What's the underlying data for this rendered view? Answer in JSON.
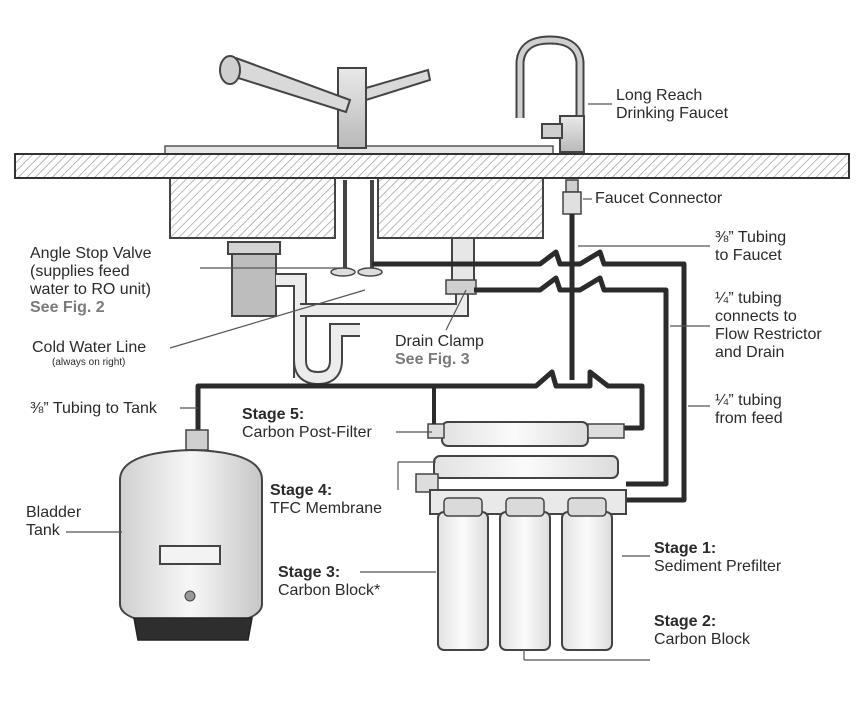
{
  "labels": {
    "drinking_faucet": [
      "Long Reach",
      "Drinking Faucet"
    ],
    "faucet_connector": "Faucet Connector",
    "tubing_faucet": [
      "⅜” Tubing",
      "to Faucet"
    ],
    "angle_stop": [
      "Angle Stop Valve",
      "(supplies feed",
      "water to RO unit)"
    ],
    "angle_stop_ref": "See Fig. 2",
    "tubing_restrictor": [
      "¼” tubing",
      "connects to",
      "Flow Restrictor",
      "and Drain"
    ],
    "cold_water": "Cold Water Line",
    "cold_water_note": "(always on right)",
    "drain_clamp": "Drain Clamp",
    "drain_clamp_ref": "See Fig. 3",
    "tubing_tank": "⅜” Tubing to Tank",
    "tubing_feed": [
      "¼” tubing",
      "from feed"
    ],
    "stage5_title": "Stage 5:",
    "stage5_name": "Carbon Post-Filter",
    "stage4_title": "Stage 4:",
    "stage4_name": "TFC Membrane",
    "stage3_title": "Stage 3:",
    "stage3_name": "Carbon Block*",
    "stage1_title": "Stage 1:",
    "stage1_name": "Sediment Prefilter",
    "stage2_title": "Stage 2:",
    "stage2_name": "Carbon Block",
    "bladder_tank": [
      "Bladder",
      "Tank"
    ]
  },
  "colors": {
    "tube": "#2b2b2b",
    "counter": "#c9c9c9",
    "steel": "#bdbdbd",
    "housing": "#eeeeee",
    "text_ref": "#7a7a7a"
  }
}
